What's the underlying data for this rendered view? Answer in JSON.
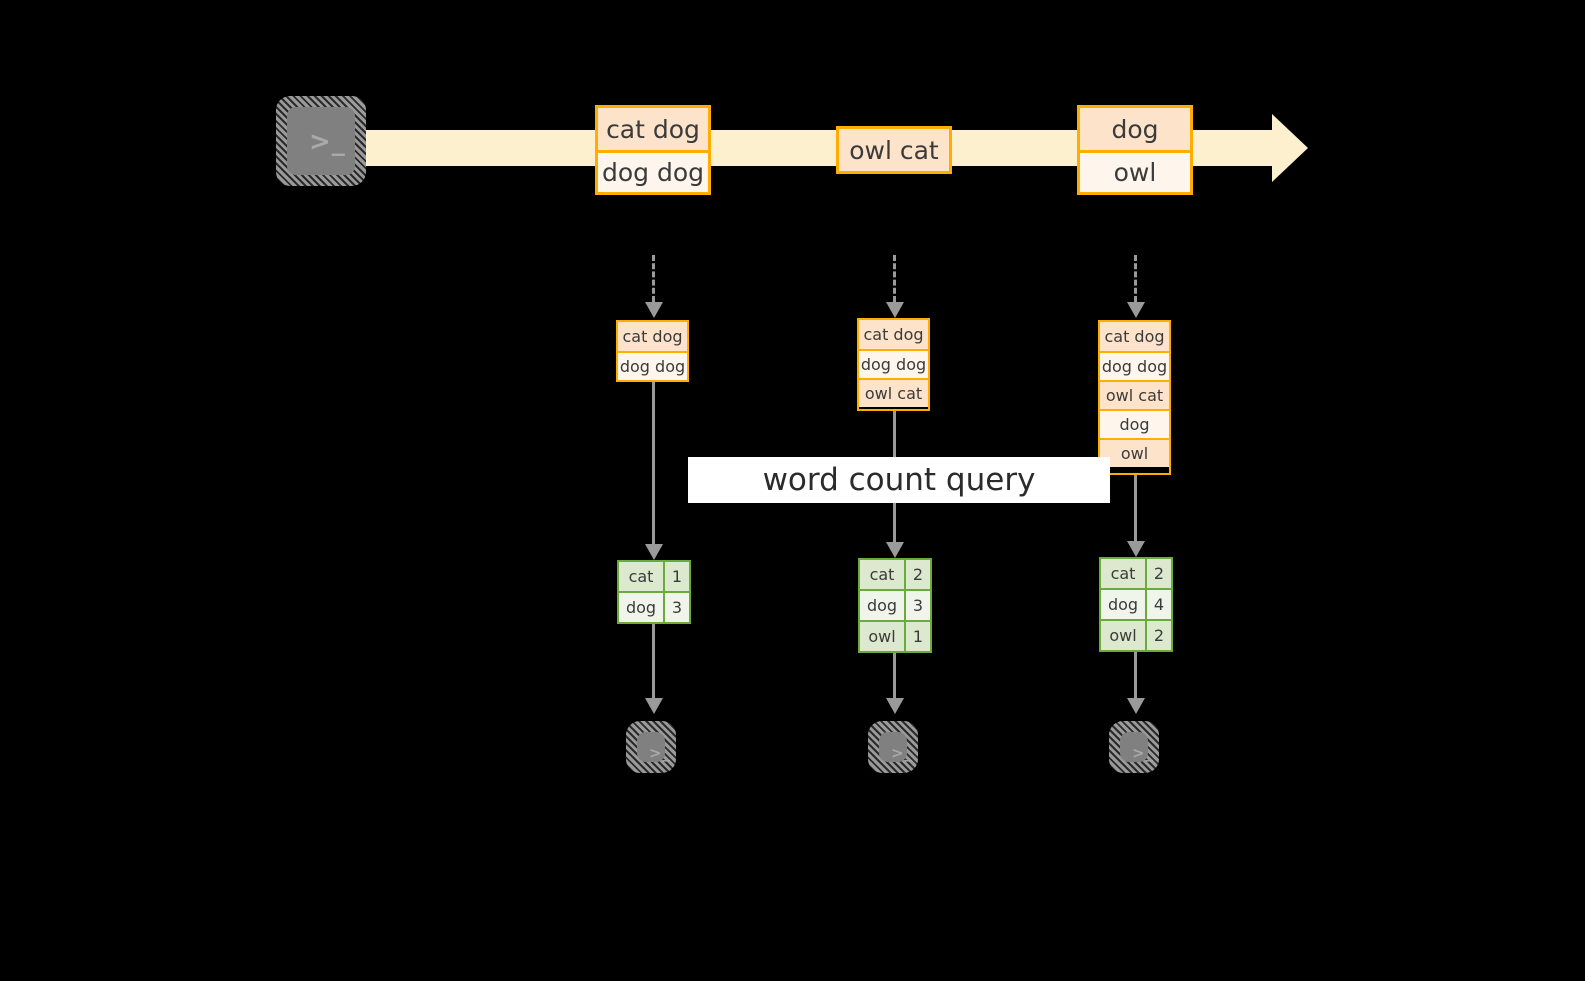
{
  "diagram": {
    "title": "stream word count query",
    "label_band": {
      "text": "word count query"
    },
    "colors": {
      "stream_fill": "#FDF0CE",
      "event_border": "#FFAE00",
      "event_fill_odd": "#FCE3CA",
      "event_fill_even": "#FEF5EC",
      "result_border": "#6AAB3C",
      "result_fill_odd": "#DCE9CE",
      "result_fill_even": "#F0F5EB",
      "arrow_gray": "#9A9A9A",
      "terminal_fill": "#808080",
      "background": "#000000"
    }
  },
  "source": {
    "terminal_icon": "terminal-icon",
    "prompt": ">_"
  },
  "stream": {
    "events": [
      {
        "name": "event-group-1",
        "lines": [
          "cat dog",
          "dog dog"
        ]
      },
      {
        "name": "event-group-2",
        "lines": [
          "owl cat"
        ]
      },
      {
        "name": "event-group-3",
        "lines": [
          "dog",
          "owl"
        ]
      }
    ]
  },
  "columns": [
    {
      "name": "snapshot-1",
      "buffer": [
        "cat dog",
        "dog dog"
      ],
      "result": {
        "keys": [
          "cat",
          "dog"
        ],
        "counts": [
          "1",
          "3"
        ]
      },
      "sink_prompt": ">_"
    },
    {
      "name": "snapshot-2",
      "buffer": [
        "cat dog",
        "dog dog",
        "owl cat"
      ],
      "result": {
        "keys": [
          "cat",
          "dog",
          "owl"
        ],
        "counts": [
          "2",
          "3",
          "1"
        ]
      },
      "sink_prompt": ">_"
    },
    {
      "name": "snapshot-3",
      "buffer": [
        "cat dog",
        "dog dog",
        "owl cat",
        "dog",
        "owl"
      ],
      "result": {
        "keys": [
          "cat",
          "dog",
          "owl"
        ],
        "counts": [
          "2",
          "4",
          "2"
        ]
      },
      "sink_prompt": ">_"
    }
  ]
}
